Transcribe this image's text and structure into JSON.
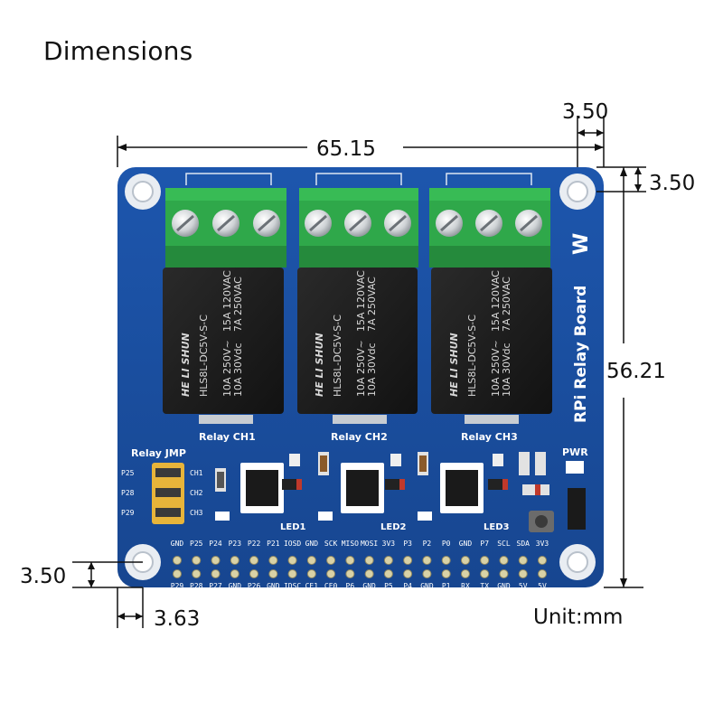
{
  "title": "Dimensions",
  "unit_label": "Unit:mm",
  "dimensions": {
    "width": "65.15",
    "height": "56.21",
    "hole_offset_x_top": "3.50",
    "hole_offset_y_top": "3.50",
    "hole_offset_y_bottom": "3.50",
    "hole_offset_x_bottom": "3.63"
  },
  "board": {
    "name": "RPi Relay Board",
    "jumper_title": "Relay JMP",
    "jumper_pins": [
      "P25",
      "P28",
      "P29"
    ],
    "jumper_channels": [
      "CH1",
      "CH2",
      "CH3"
    ],
    "channel_labels": [
      "Relay CH1",
      "Relay CH2",
      "Relay CH3"
    ],
    "led_labels": [
      "LED1",
      "LED2",
      "LED3"
    ],
    "power_label": "PWR",
    "relay_brand": "HE LI SHUN",
    "relay_model": "HLS8L-DC5V-S-C",
    "relay_rating_1": "10A 250V~",
    "relay_rating_2": "10A 30Vdc",
    "relay_rating_3": "15A 120VAC",
    "relay_rating_4": "7A 250VAC",
    "header_top": [
      "GND",
      "P25",
      "P24",
      "P23",
      "P22",
      "P21",
      "IOSD",
      "GND",
      "SCK",
      "MISO",
      "MOSI",
      "3V3",
      "P3",
      "P2",
      "P0",
      "GND",
      "P7",
      "SCL",
      "SDA",
      "3V3"
    ],
    "header_bottom": [
      "P29",
      "P28",
      "P27",
      "GND",
      "P26",
      "GND",
      "IDSC",
      "CE1",
      "CE0",
      "P6",
      "GND",
      "P5",
      "P4",
      "GND",
      "P1",
      "RX",
      "TX",
      "GND",
      "5V",
      "5V"
    ]
  },
  "colors": {
    "board": "#1a4fa0",
    "terminal": "#2fa84a",
    "relay": "#1b1b1b",
    "jumper": "#e7b43a"
  }
}
